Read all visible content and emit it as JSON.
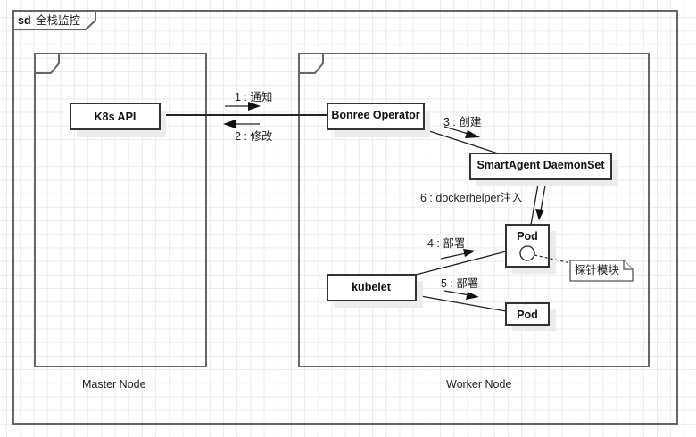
{
  "frame": {
    "keyword": "sd",
    "title": "全栈监控"
  },
  "nodes": {
    "master": {
      "label": "Master Node"
    },
    "worker": {
      "label": "Worker Node"
    }
  },
  "components": {
    "k8s_api": "K8s API",
    "bonree_operator": "Bonree Operator",
    "smartagent_daemonset": "SmartAgent DaemonSet",
    "pod_top": "Pod",
    "pod_bottom": "Pod",
    "kubelet": "kubelet"
  },
  "messages": [
    {
      "id": "m1",
      "label": "1 : 通知"
    },
    {
      "id": "m2",
      "label": "2 : 修改"
    },
    {
      "id": "m3",
      "label": "3 : 创建"
    },
    {
      "id": "m4",
      "label": "4 : 部署"
    },
    {
      "id": "m5",
      "label": "5 : 部署"
    },
    {
      "id": "m6",
      "label": "6 : dockerhelper注入"
    }
  ],
  "note": {
    "label": "探针模块"
  },
  "colors": {
    "grid": "#ebebeb",
    "frame": "#666666",
    "box_border": "#333333",
    "shadow": "#ececec"
  }
}
